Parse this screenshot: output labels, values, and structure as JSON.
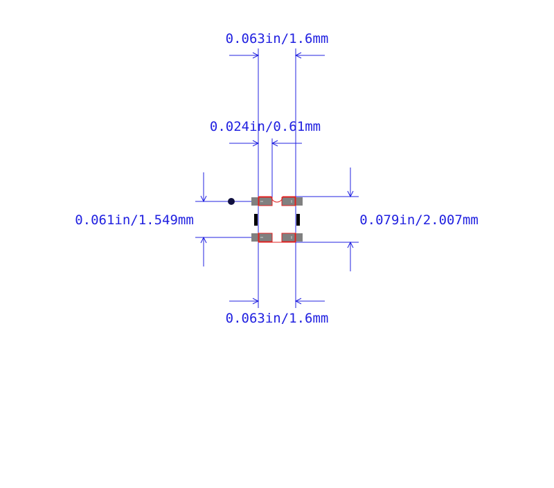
{
  "dimensions": {
    "top_width": "0.063in/1.6mm",
    "pad_gap": "0.024in/0.61mm",
    "left_height": "0.061in/1.549mm",
    "right_height": "0.079in/2.007mm",
    "bottom_width": "0.063in/1.6mm"
  },
  "colors": {
    "dimension": "#2020e0",
    "outline": "#e02020",
    "pad": "#808080",
    "marker": "#000000",
    "pin1_dot": "#101040"
  }
}
